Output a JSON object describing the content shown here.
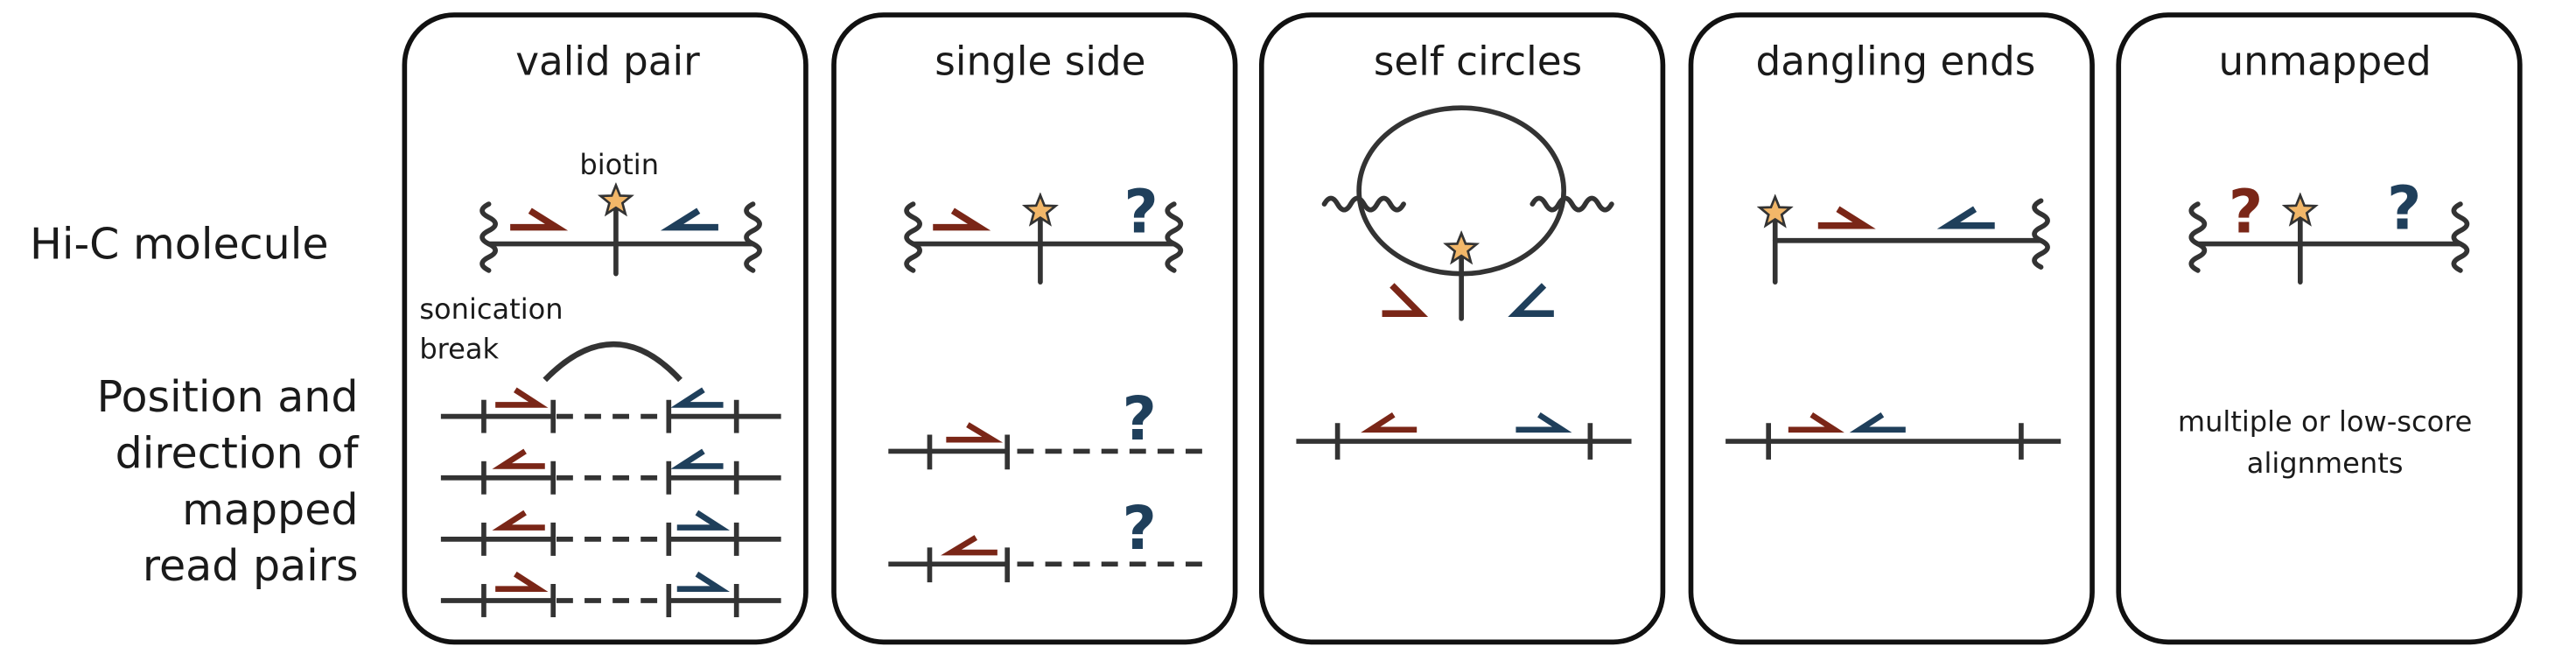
{
  "row_labels": {
    "molecule": "Hi-C molecule",
    "mapped_lines": [
      "Position and",
      "direction of",
      "mapped",
      "read pairs"
    ]
  },
  "panels": [
    {
      "title": "valid pair",
      "biotin_label": "biotin",
      "sonication_lines": [
        "sonication",
        "break"
      ]
    },
    {
      "title": "single side",
      "question": "?"
    },
    {
      "title": "self circles"
    },
    {
      "title": "dangling ends"
    },
    {
      "title": "unmapped",
      "question": "?",
      "note_lines": [
        "multiple or low-score",
        "alignments"
      ]
    }
  ],
  "colors": {
    "forward_read": "#7a2617",
    "reverse_read": "#1f3f5b",
    "biotin_star": "#f2b769",
    "line": "#333333",
    "panel_border": "#111111"
  }
}
